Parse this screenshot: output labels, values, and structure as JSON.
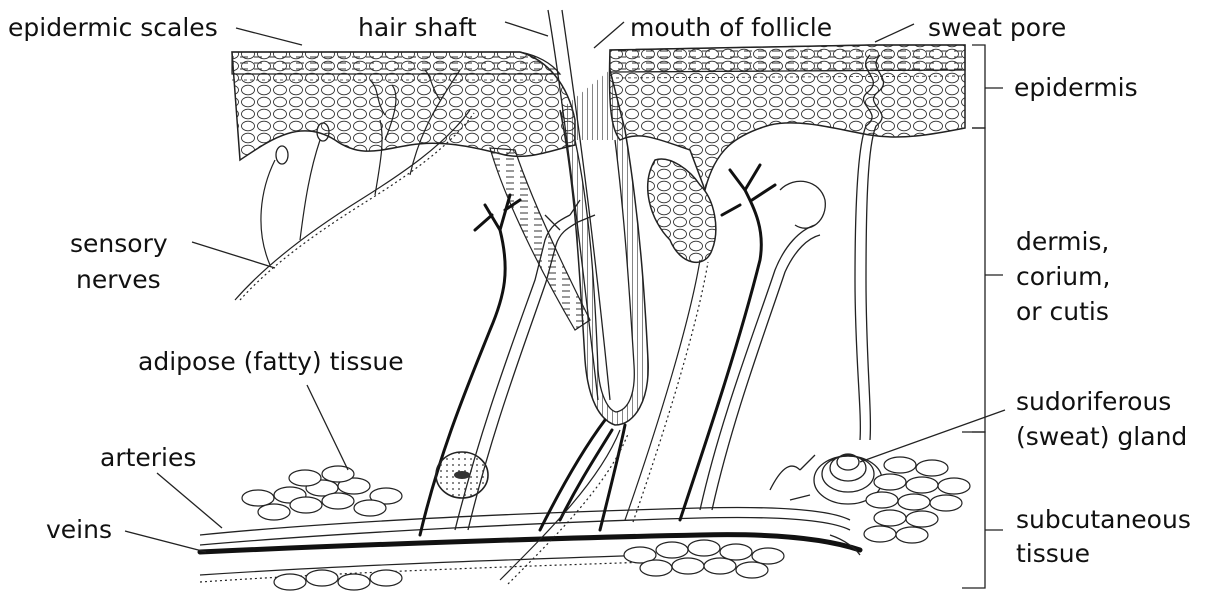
{
  "labels": {
    "epidermic_scales": "epidermic scales",
    "hair_shaft": "hair shaft",
    "mouth_of_follicle": "mouth of follicle",
    "sweat_pore": "sweat pore",
    "epidermis": "epidermis",
    "sensory": "sensory",
    "nerves": "nerves",
    "dermis": "dermis,",
    "corium": "corium,",
    "or_cutis": "or cutis",
    "adipose": "adipose (fatty) tissue",
    "sudoriferous": "sudoriferous",
    "sweat_gland": "(sweat) gland",
    "arteries": "arteries",
    "veins": "veins",
    "subcutaneous": "subcutaneous",
    "tissue": "tissue"
  }
}
